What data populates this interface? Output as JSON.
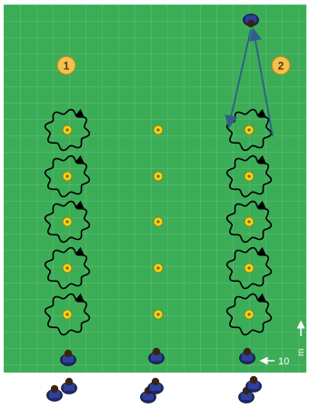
{
  "diagram": {
    "groups": [
      {
        "number": "1",
        "cones": 5
      },
      {
        "number": "",
        "cones": 5
      },
      {
        "number": "2",
        "cones": 5
      }
    ],
    "distance_label": "10",
    "scale_label": "m"
  },
  "colors": {
    "pitch": "#3cad57",
    "cone": "#f2d21b",
    "player_body": "#1f2a6b",
    "player_head": "#3a2410",
    "badge": "#f2c14e",
    "path": "#000000",
    "pass_arrow": "#2f5f8a"
  },
  "icons": {
    "player": "player-icon",
    "cone": "cone-icon",
    "badge": "number-badge-icon"
  }
}
